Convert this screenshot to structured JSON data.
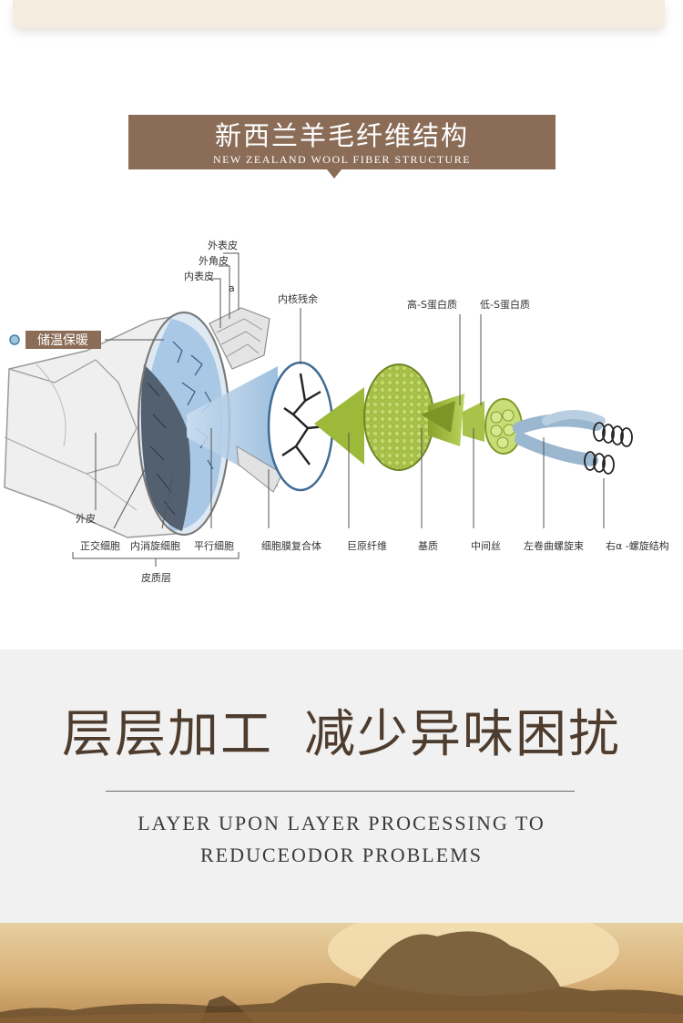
{
  "banner": {
    "title": "新西兰羊毛纤维结构",
    "subtitle": "NEW ZEALAND WOOL FIBER STRUCTURE"
  },
  "diagram": {
    "callout": "储温保暖",
    "labels": {
      "epicuticle": "外表皮",
      "exocuticle": "外角皮",
      "endocuticle": "内表皮",
      "a": "a",
      "medulla_residue": "内核残余",
      "high_s_protein": "高-S蛋白质",
      "low_s_protein": "低-S蛋白质",
      "cuticle": "外皮",
      "ortho_cell": "正交细胞",
      "meso_cell": "内消旋细胞",
      "para_cell": "平行细胞",
      "cortex": "皮质层",
      "cell_membrane_complex": "细胞膜复合体",
      "macrofibril": "巨原纤维",
      "matrix": "基质",
      "intermediate_filament": "中间丝",
      "left_coiled_coil": "左卷曲螺旋束",
      "right_alpha_helix": "右α -螺旋结构"
    }
  },
  "headline": {
    "part1": "层层加工",
    "part2": "减少异味困扰"
  },
  "subtitle": {
    "line1": "LAYER UPON LAYER PROCESSING TO",
    "line2": "REDUCEODOR PROBLEMS"
  },
  "colors": {
    "banner": "#8a6c57",
    "headline": "#4e3d2e",
    "green_fiber": "#9cb93a",
    "blue_cell": "#a9c8e6"
  }
}
